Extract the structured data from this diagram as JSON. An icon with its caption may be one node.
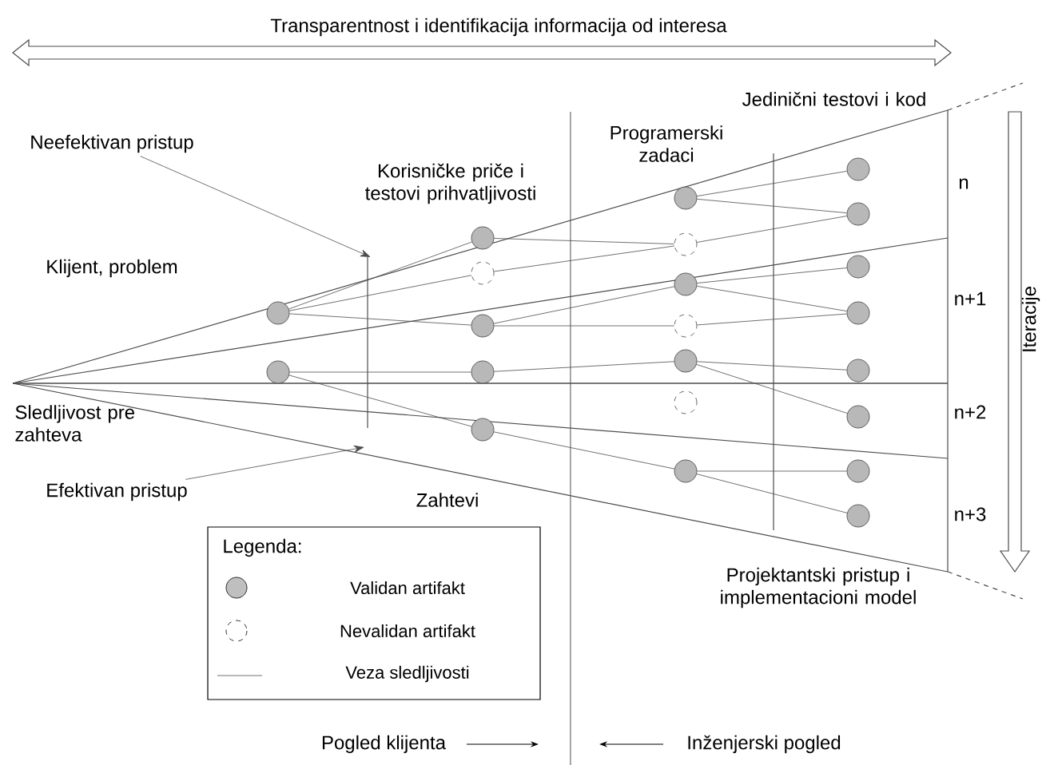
{
  "diagram": {
    "nodes": [
      {
        "text": [
          "Neefektivan pristup"
        ]
      },
      {
        "text": [
          "Efektivan pristup"
        ]
      },
      {
        "text": [],
        "shape": "circle"
      },
      {
        "text": [],
        "shape": "circle"
      },
      {
        "text": [],
        "shape": "circle"
      },
      {
        "text": [],
        "shape": "dashed-circle"
      },
      {
        "text": [],
        "shape": "circle"
      },
      {
        "text": [],
        "shape": "circle"
      },
      {
        "text": [],
        "shape": "circle"
      },
      {
        "text": [],
        "shape": "circle"
      },
      {
        "text": [],
        "shape": "dashed-circle"
      },
      {
        "text": [],
        "shape": "circle"
      },
      {
        "text": [],
        "shape": "dashed-circle"
      },
      {
        "text": [],
        "shape": "circle"
      },
      {
        "text": [],
        "shape": "dashed-circle"
      },
      {
        "text": [],
        "shape": "circle"
      },
      {
        "text": [],
        "shape": "circle"
      },
      {
        "text": [],
        "shape": "circle"
      },
      {
        "text": [],
        "shape": "circle"
      },
      {
        "text": [],
        "shape": "circle"
      },
      {
        "text": [],
        "shape": "circle"
      },
      {
        "text": [],
        "shape": "circle"
      },
      {
        "text": [],
        "shape": "circle"
      },
      {
        "text": [],
        "shape": "circle"
      }
    ],
    "edges": [
      {
        "from": 0,
        "to": null,
        "arrow": "to"
      },
      {
        "from": 1,
        "to": null,
        "arrow": "to"
      },
      {
        "from": 2,
        "to": 4,
        "arrow": "none"
      },
      {
        "from": 2,
        "to": 5,
        "arrow": "none"
      },
      {
        "from": 2,
        "to": 6,
        "arrow": "none"
      },
      {
        "from": 3,
        "to": 7,
        "arrow": "none"
      },
      {
        "from": 3,
        "to": 8,
        "arrow": "none"
      },
      {
        "from": 4,
        "to": 10,
        "arrow": "none"
      },
      {
        "from": 5,
        "to": 10,
        "arrow": "none"
      },
      {
        "from": 6,
        "to": 11,
        "arrow": "none"
      },
      {
        "from": 6,
        "to": 12,
        "arrow": "none"
      },
      {
        "from": 7,
        "to": 13,
        "arrow": "none"
      },
      {
        "from": 8,
        "to": 15,
        "arrow": "none"
      },
      {
        "from": 9,
        "to": 16,
        "arrow": "none"
      },
      {
        "from": 9,
        "to": 17,
        "arrow": "none"
      },
      {
        "from": 10,
        "to": 17,
        "arrow": "none"
      },
      {
        "from": 11,
        "to": 18,
        "arrow": "none"
      },
      {
        "from": 11,
        "to": 19,
        "arrow": "none"
      },
      {
        "from": 12,
        "to": 19,
        "arrow": "none"
      },
      {
        "from": 13,
        "to": 20,
        "arrow": "none"
      },
      {
        "from": 13,
        "to": 21,
        "arrow": "none"
      },
      {
        "from": 15,
        "to": 22,
        "arrow": "none"
      },
      {
        "from": 15,
        "to": 23,
        "arrow": "none"
      }
    ],
    "labels": [
      "Transparentnost i identifikacija informacija od interesa",
      "Jedinični testovi i kod",
      "Programerski zadaci",
      "Korisničke priče i testovi prihvatljivosti",
      "n",
      "Klijent, problem",
      "n+1",
      "Iteracije",
      "Sledljivost pre zahteva",
      "n+2",
      "Zahtevi",
      "n+3",
      "Legenda:",
      "Projektantski pristup i implementacioni model",
      "Pogled klijenta",
      "Inženjerski pogled"
    ],
    "legend": [
      {
        "text": "Validan artifakt"
      },
      {
        "text": "Nevalidan artifakt"
      },
      {
        "text": "Veza sledljivosti"
      }
    ]
  }
}
